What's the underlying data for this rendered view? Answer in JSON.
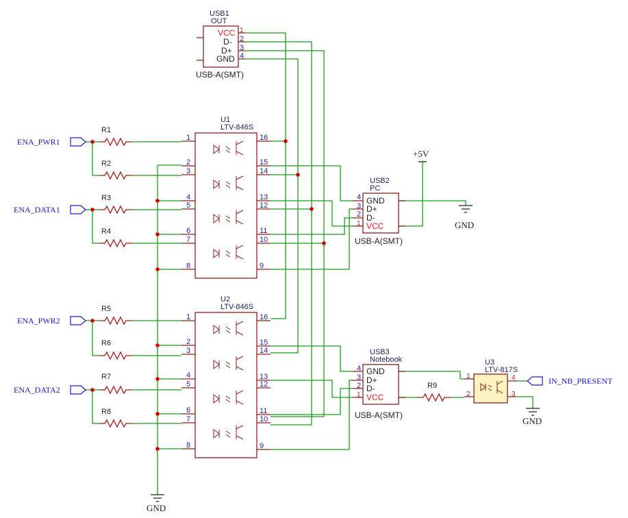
{
  "usb1": {
    "ref": "USB1",
    "value": "OUT",
    "footprint": "USB-A(SMT)",
    "pins": [
      {
        "num": "1",
        "name": "VCC"
      },
      {
        "num": "2",
        "name": "D-"
      },
      {
        "num": "3",
        "name": "D+"
      },
      {
        "num": "4",
        "name": "GND"
      }
    ]
  },
  "usb2": {
    "ref": "USB2",
    "value": "PC",
    "footprint": "USB-A(SMT)",
    "pins": [
      {
        "num": "4",
        "name": "GND"
      },
      {
        "num": "3",
        "name": "D+"
      },
      {
        "num": "2",
        "name": "D-"
      },
      {
        "num": "1",
        "name": "VCC"
      }
    ]
  },
  "usb3": {
    "ref": "USB3",
    "value": "Notebook",
    "footprint": "USB-A(SMT)",
    "pins": [
      {
        "num": "4",
        "name": "GND"
      },
      {
        "num": "3",
        "name": "D+"
      },
      {
        "num": "2",
        "name": "D-"
      },
      {
        "num": "1",
        "name": "VCC"
      }
    ]
  },
  "u1": {
    "ref": "U1",
    "value": "LTV-846S",
    "left_pins": [
      "1",
      "2",
      "3",
      "4",
      "5",
      "6",
      "7",
      "8"
    ],
    "right_pins": [
      "16",
      "15",
      "14",
      "13",
      "12",
      "11",
      "10",
      "9"
    ]
  },
  "u2": {
    "ref": "U2",
    "value": "LTV-846S",
    "left_pins": [
      "1",
      "2",
      "3",
      "4",
      "5",
      "6",
      "7",
      "8"
    ],
    "right_pins": [
      "16",
      "15",
      "14",
      "13",
      "12",
      "11",
      "10",
      "9"
    ]
  },
  "u3": {
    "ref": "U3",
    "value": "LTV-817S",
    "pins": [
      "1",
      "2",
      "4",
      "3"
    ]
  },
  "resistors": [
    "R1",
    "R2",
    "R3",
    "R4",
    "R5",
    "R6",
    "R7",
    "R8",
    "R9"
  ],
  "nets": {
    "ena_pwr1": "ENA_PWR1",
    "ena_data1": "ENA_DATA1",
    "ena_pwr2": "ENA_PWR2",
    "ena_data2": "ENA_DATA2",
    "in_nb_present": "IN_NB_PRESENT"
  },
  "power": {
    "vcc": "+5V",
    "gnd": "GND"
  },
  "colors": {
    "wire": "#1a9a1a",
    "component": "#8b1c1c",
    "net_label": "#1a1acc",
    "junction": "#cc0000"
  }
}
